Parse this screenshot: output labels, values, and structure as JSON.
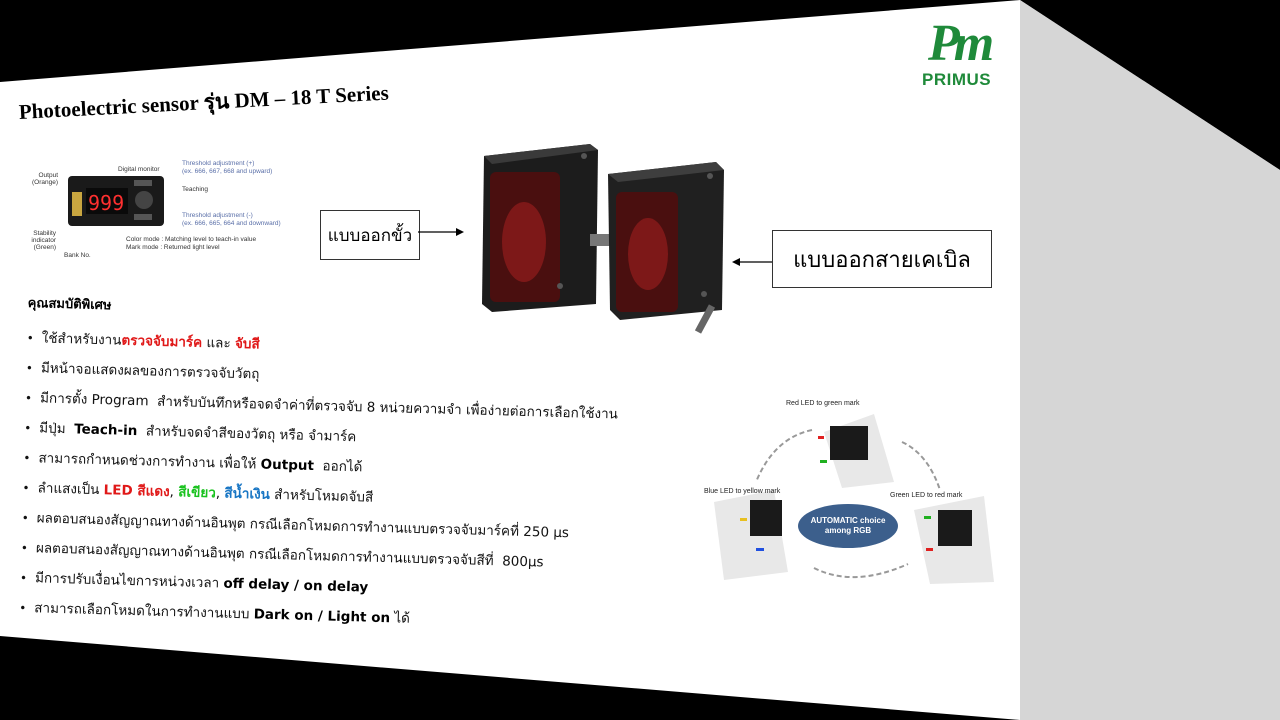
{
  "slide": {
    "title": "Photoelectric  sensor รุ่น DM – 18 T Series",
    "logo": {
      "mark": "Pm",
      "text": "PRIMUS",
      "color": "#1f8a3a"
    },
    "callouts": {
      "left": "แบบออกขั้ว",
      "right": "แบบออกสายเคเบิล"
    },
    "diagram": {
      "display_value": "999",
      "labels": {
        "output": "Output\n(Orange)",
        "digital_monitor": "Digital monitor",
        "threshold_plus": "Threshold adjustment (+)",
        "threshold_plus_ex": "(ex. 666, 667, 668 and upward)",
        "teaching": "Teaching",
        "threshold_minus": "Threshold adjustment (-)",
        "threshold_minus_ex": "(ex. 666, 665, 664 and downward)",
        "stability": "Stability\nindicator\n(Green)",
        "color_mode": "Color mode : Matching level to teach-in value",
        "mark_mode": "Mark mode : Returned light level",
        "bank": "Bank No."
      }
    },
    "features": {
      "heading": "คุณสมบัติพิเศษ",
      "items": [
        {
          "parts": [
            {
              "t": "ใช้สำหรับงาน",
              "s": ""
            },
            {
              "t": "ตรวจจับมาร์ค",
              "s": "red"
            },
            {
              "t": " และ ",
              "s": ""
            },
            {
              "t": "จับสี",
              "s": "red"
            }
          ]
        },
        {
          "parts": [
            {
              "t": "มีหน้าจอแสดงผลของการตรวจจับวัตถุ",
              "s": ""
            }
          ]
        },
        {
          "parts": [
            {
              "t": "มีการตั้ง Program  สำหรับบันทึกหรือจดจำค่าที่ตรวจจับ 8 หน่วยความจำ เพื่อง่ายต่อการเลือกใช้งาน",
              "s": ""
            }
          ]
        },
        {
          "parts": [
            {
              "t": "มีปุ่ม  ",
              "s": ""
            },
            {
              "t": "Teach-in",
              "s": "bold"
            },
            {
              "t": "  สำหรับจดจำสีของวัตถุ หรือ จำมาร์ค",
              "s": ""
            }
          ]
        },
        {
          "parts": [
            {
              "t": "สามารถกำหนดช่วงการทำงาน เพื่อให้ ",
              "s": ""
            },
            {
              "t": "Output",
              "s": "bold"
            },
            {
              "t": "  ออกได้",
              "s": ""
            }
          ]
        },
        {
          "parts": [
            {
              "t": "ลำแสงเป็น ",
              "s": ""
            },
            {
              "t": "LED สีแดง",
              "s": "red"
            },
            {
              "t": ", ",
              "s": ""
            },
            {
              "t": "สีเขียว",
              "s": "green"
            },
            {
              "t": ", ",
              "s": ""
            },
            {
              "t": "สีน้ำเงิน",
              "s": "blue"
            },
            {
              "t": " สำหรับโหมดจับสี",
              "s": ""
            }
          ]
        },
        {
          "parts": [
            {
              "t": "ผลตอบสนองสัญญาณทางด้านอินพุต กรณีเลือกโหมดการทำงานแบบตรวจจับมาร์คที่ 250 µs",
              "s": ""
            }
          ]
        },
        {
          "parts": [
            {
              "t": "ผลตอบสนองสัญญาณทางด้านอินพุต กรณีเลือกโหมดการทำงานแบบตรวจจับสีที่  800µs",
              "s": ""
            }
          ]
        },
        {
          "parts": [
            {
              "t": "มีการปรับเงื่อนไขการหน่วงเวลา ",
              "s": ""
            },
            {
              "t": "off delay / on delay",
              "s": "bold"
            }
          ]
        },
        {
          "parts": [
            {
              "t": "สามารถเลือกโหมดในการทำงานแบบ ",
              "s": ""
            },
            {
              "t": "Dark on / Light on",
              "s": "bold"
            },
            {
              "t": " ได้",
              "s": ""
            }
          ]
        }
      ]
    },
    "rgb_cycle": {
      "red_to_green": "Red LED to green mark",
      "green_to_red": "Green LED to red mark",
      "blue_to_yellow": "Blue LED to yellow mark",
      "auto_line1": "AUTOMATIC choice",
      "auto_line2": "among RGB"
    }
  }
}
